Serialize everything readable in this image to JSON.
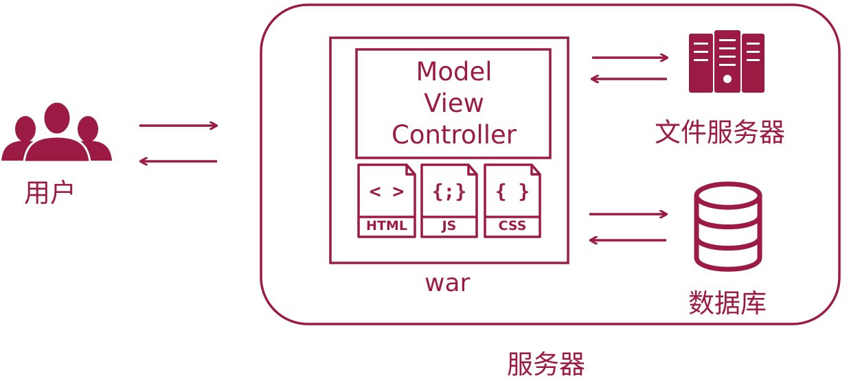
{
  "user": {
    "label": "用户",
    "icon": "users-group-icon"
  },
  "server": {
    "label": "服务器"
  },
  "war": {
    "label": "war",
    "mvc": [
      "Model",
      "View",
      "Controller"
    ],
    "files": [
      {
        "tag": "HTML",
        "glyph": "< >",
        "icon": "html-file-icon"
      },
      {
        "tag": "JS",
        "glyph": "{;}",
        "icon": "js-file-icon"
      },
      {
        "tag": "CSS",
        "glyph": "{ }",
        "icon": "css-file-icon"
      }
    ]
  },
  "file_server": {
    "label": "文件服务器",
    "icon": "server-rack-icon"
  },
  "database": {
    "label": "数据库",
    "icon": "database-icon"
  },
  "colors": {
    "accent": "#9b1b44",
    "background": "#ffffff"
  }
}
